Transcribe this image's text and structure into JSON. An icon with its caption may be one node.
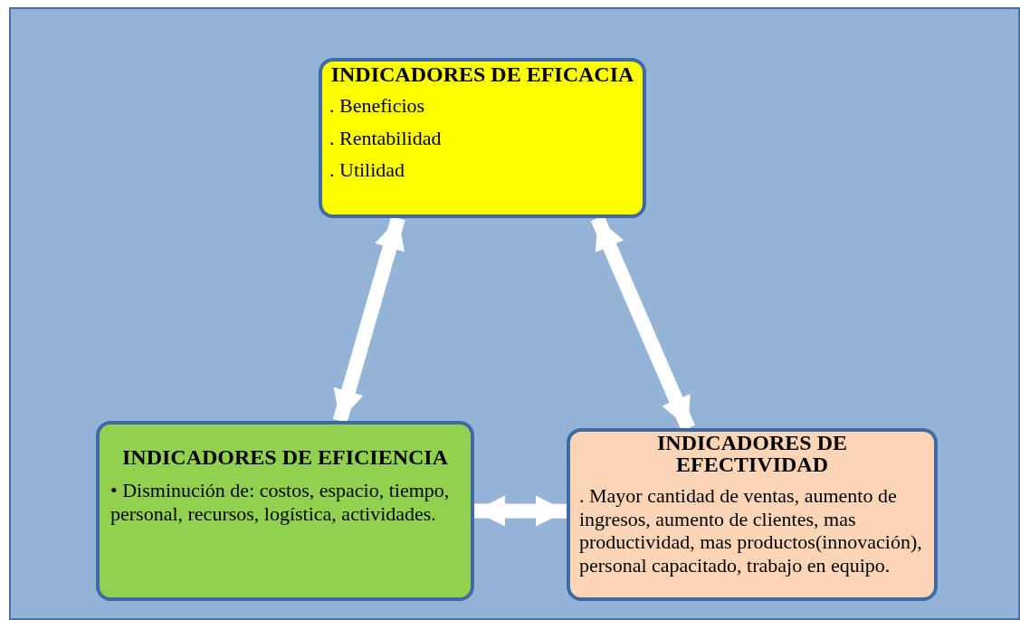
{
  "diagram": {
    "nodes": [
      {
        "text": [
          "INDICADORES DE EFICACIA",
          ". Beneficios",
          ". Rentabilidad",
          ". Utilidad"
        ]
      },
      {
        "text": [
          "INDICADORES DE EFICIENCIA",
          "• Disminución de: costos, espacio, tiempo, personal, recursos, logística, actividades."
        ]
      },
      {
        "text": [
          "INDICADORES DE EFECTIVIDAD",
          ". Mayor cantidad de ventas, aumento de ingresos, aumento de clientes, mas productividad, mas productos(innovación), personal capacitado, trabajo en equipo."
        ]
      }
    ],
    "edges": [
      {
        "from": 1,
        "to": 0,
        "arrow": "both"
      },
      {
        "from": 0,
        "to": 2,
        "arrow": "both"
      },
      {
        "from": 1,
        "to": 2,
        "arrow": "both"
      }
    ]
  }
}
